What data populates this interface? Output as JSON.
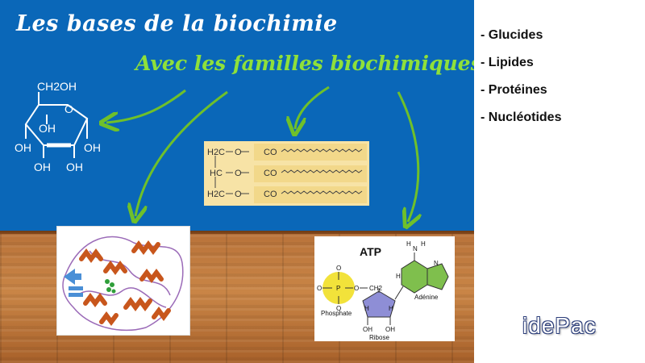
{
  "slide": {
    "title": "Les bases de la biochimie",
    "subtitle": "Avec les familles biochimiques"
  },
  "families": [
    "- Glucides",
    "- Lipides",
    "- Protéines",
    "- Nucléotides"
  ],
  "brand": "idePac",
  "glucose": {
    "top_group": "CH2OH",
    "ring_oxygen": "O",
    "hydroxyls": [
      "OH",
      "OH",
      "OH",
      "OH",
      "OH"
    ]
  },
  "triglyceride": {
    "rows": [
      {
        "carbon": "H2C",
        "o": "O",
        "co": "CO"
      },
      {
        "carbon": "HC",
        "o": "O",
        "co": "CO"
      },
      {
        "carbon": "H2C",
        "o": "O",
        "co": "CO"
      }
    ]
  },
  "atp": {
    "title": "ATP",
    "phosphate_label": "Phosphate",
    "adenine_label": "Adénine",
    "ribose_label": "Ribose",
    "p": "P",
    "o": "O",
    "ch2": "CH2",
    "h": "H",
    "n": "N",
    "oh": "OH"
  },
  "colors": {
    "board_blue": "#0a67b8",
    "title_white": "#ffffff",
    "subtitle_green": "#8fe03a",
    "arrow_green": "#6fc02a",
    "lipid_bg": "#f7e3a6",
    "ribose_fill": "#8e8ed6",
    "adenine_fill": "#7fbf4d",
    "phosphate_fill": "#f2e23a"
  }
}
